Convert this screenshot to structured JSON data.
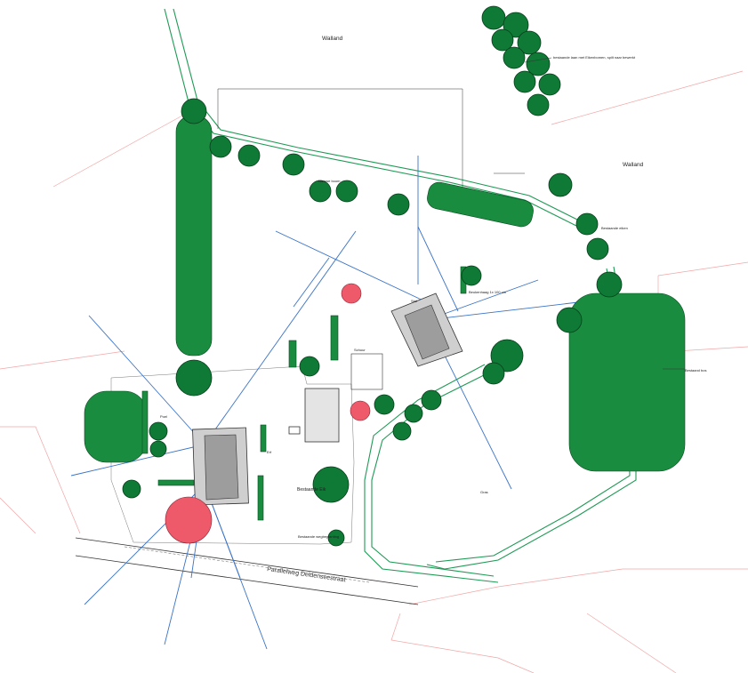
{
  "plan": {
    "labels": {
      "wallland_top": "Walland",
      "wallland_right": "Walland",
      "road_name": "Parallelweg Deldenseestraat",
      "tree_row_note": "bestaande laan met Eikenbomen, spilt naar bewerkt",
      "existing_oak": "Bestaande Eik",
      "existing_oaks": "Bestaande eiken",
      "forest_edge": "Bestaand bos",
      "hedge_note": "Beukenhaag 1x 100 cm",
      "new_trees_note": "Nieuwe boom",
      "yard_note": "Erf",
      "shed_note": "Schuur",
      "barn_note": "Stal",
      "pond_note": "Poel",
      "grass_note": "Gras",
      "road_side": "Bestaande wegbeplanting"
    }
  }
}
